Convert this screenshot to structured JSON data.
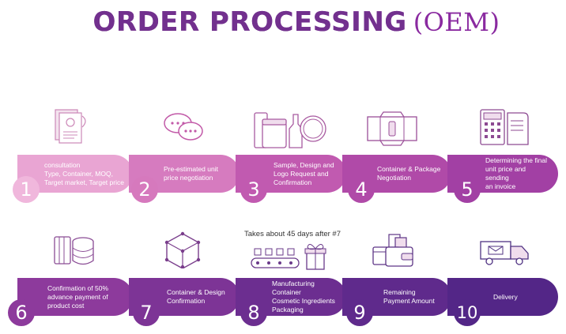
{
  "title": {
    "main": "ORDER PROCESSING",
    "paren": "(OEM)"
  },
  "note": "Takes about 45 days after #7",
  "steps": [
    {
      "num": "1",
      "lines": [
        "consultation",
        "Type, Container,  MOQ,",
        "Target market, Target price"
      ],
      "color": "#e9a5d3",
      "icon": "document-icon"
    },
    {
      "num": "2",
      "lines": [
        "Pre-estimated unit",
        "price negotiation"
      ],
      "color": "#d67bbf",
      "icon": "chat-bubbles-icon"
    },
    {
      "num": "3",
      "lines": [
        "Sample, Design and",
        "Logo Request and",
        "Confirmation"
      ],
      "color": "#c15ab0",
      "icon": "cosmetic-products-icon"
    },
    {
      "num": "4",
      "lines": [
        "Container & Package",
        "Negotiation"
      ],
      "color": "#b04aa8",
      "icon": "package-box-icon"
    },
    {
      "num": "5",
      "lines": [
        "Determining the final",
        "unit price and sending",
        "an invoice"
      ],
      "color": "#a240a4",
      "icon": "calculator-icon"
    },
    {
      "num": "6",
      "lines": [
        "Confirmation of 50%",
        "advance payment of",
        "product cost"
      ],
      "color": "#8d3a9c",
      "icon": "coins-card-icon"
    },
    {
      "num": "7",
      "lines": [
        "Container & Design",
        "Confirmation"
      ],
      "color": "#7d3496",
      "icon": "cube-icon"
    },
    {
      "num": "8",
      "lines": [
        "Manufacturing Container",
        "Cosmetic Ingredients",
        "Packaging"
      ],
      "color": "#6c2e90",
      "icon": "conveyor-gift-icon"
    },
    {
      "num": "9",
      "lines": [
        "Remaining",
        "Payment Amount"
      ],
      "color": "#5f2a8c",
      "icon": "wallet-icon"
    },
    {
      "num": "10",
      "lines": [
        "Delivery"
      ],
      "color": "#532687",
      "icon": "truck-icon"
    }
  ]
}
